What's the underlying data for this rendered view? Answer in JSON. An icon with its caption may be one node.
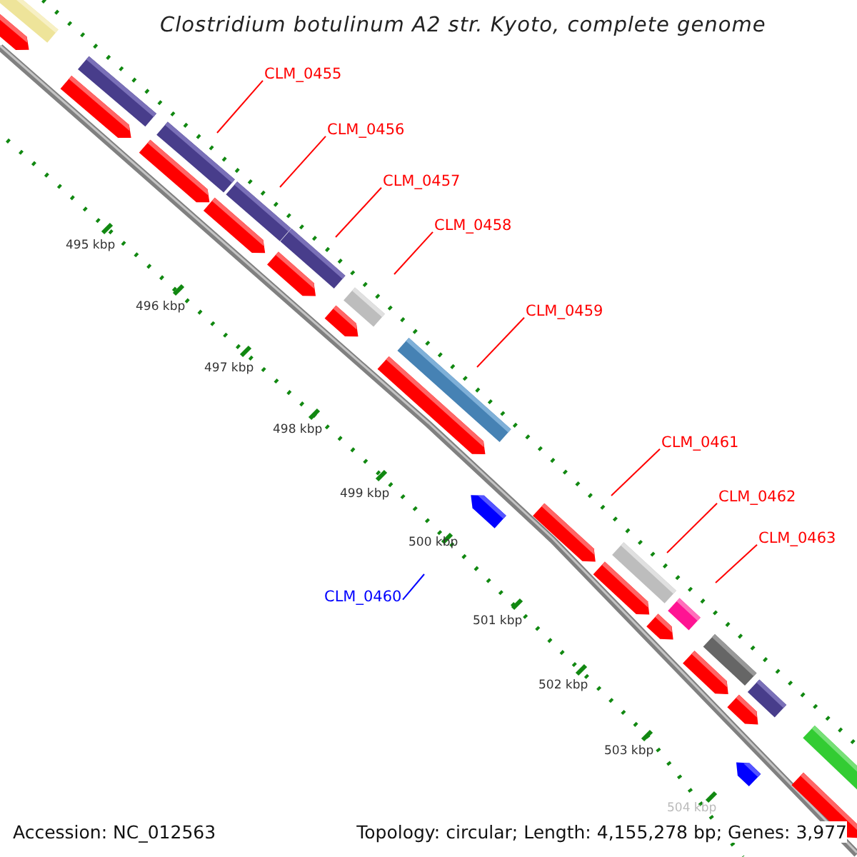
{
  "diagram": {
    "title": "Clostridium botulinum A2 str. Kyoto, complete genome",
    "nodes": [
      {
        "text": [
          "CLM_0455"
        ]
      },
      {
        "text": [
          "CLM_0456"
        ]
      },
      {
        "text": [
          "CLM_0457"
        ]
      },
      {
        "text": [
          "CLM_0458"
        ]
      },
      {
        "text": [
          "CLM_0459"
        ]
      },
      {
        "text": [
          "CLM_0461"
        ]
      },
      {
        "text": [
          "CLM_0462"
        ]
      },
      {
        "text": [
          "CLM_0463"
        ]
      },
      {
        "text": [
          "CLM_0460"
        ]
      }
    ],
    "edges": [
      {
        "from": 0,
        "to": null,
        "arrow": "none"
      },
      {
        "from": 1,
        "to": null,
        "arrow": "none"
      },
      {
        "from": 2,
        "to": null,
        "arrow": "none"
      },
      {
        "from": 3,
        "to": null,
        "arrow": "none"
      },
      {
        "from": 4,
        "to": null,
        "arrow": "none"
      },
      {
        "from": 5,
        "to": null,
        "arrow": "none"
      },
      {
        "from": 6,
        "to": null,
        "arrow": "none"
      },
      {
        "from": 7,
        "to": null,
        "arrow": "none"
      },
      {
        "from": 8,
        "to": null,
        "arrow": "none",
        "color": "#0000ff"
      }
    ],
    "labels": [
      "495 kbp",
      "496 kbp",
      "497 kbp",
      "498 kbp",
      "499 kbp",
      "500 kbp",
      "501 kbp",
      "502 kbp",
      "503 kbp",
      "504 kbp",
      "Accession: NC_012563",
      "Topology: circular; Length: 4,155,278 bp; Genes: 3,977"
    ]
  }
}
